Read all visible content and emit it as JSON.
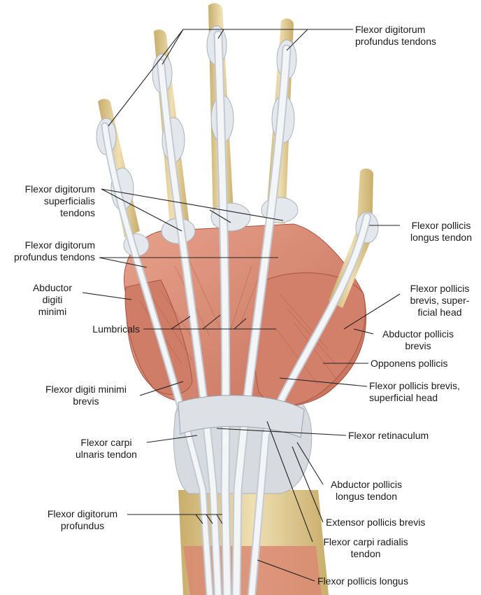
{
  "labels": {
    "fdp_tendons_top": [
      "Flexor digitorum",
      "profundus tendons"
    ],
    "fds_tendons": [
      "Flexor digitorum",
      "superficialis",
      "tendons"
    ],
    "fdp_tendons_mid": [
      "Flexor digitorum",
      "profundus tendons"
    ],
    "abductor_digiti_minimi": [
      "Abductor",
      "digiti",
      "minimi"
    ],
    "lumbricals": [
      "Lumbricals"
    ],
    "flexor_digiti_minimi_brevis": [
      "Flexor digiti minimi",
      "brevis"
    ],
    "fcu_tendon": [
      "Flexor carpi",
      "ulnaris tendon"
    ],
    "fdp_bottom": [
      "Flexor digitorum",
      "profundus"
    ],
    "fpl_tendon": [
      "Flexor pollicis",
      "longus tendon"
    ],
    "fpb_superficial_head_1": [
      "Flexor pollicis",
      "brevis, super-",
      "ficial head"
    ],
    "abductor_pollicis_brevis": [
      "Abductor pollicis",
      "brevis"
    ],
    "opponens_pollicis": [
      "Opponens pollicis"
    ],
    "fpb_superficial_head_2": [
      "Flexor pollicis brevis,",
      "superficial head"
    ],
    "flexor_retinaculum": [
      "Flexor retinaculum"
    ],
    "apl_tendon": [
      "Abductor pollicis",
      "longus tendon"
    ],
    "epb": [
      "Extensor pollicis brevis"
    ],
    "fcr_tendon": [
      "Flexor carpi radialis",
      "tendon"
    ],
    "fpl_bottom": [
      "Flexor pollicis longus"
    ]
  },
  "colors": {
    "bone": "#e6d3a0",
    "bone_shade": "#c9ad6b",
    "muscle": "#d98a72",
    "muscle_dark": "#b9604c",
    "tendon": "#eef0f3",
    "tendon_shade": "#b9c0c9",
    "leader": "#222222"
  }
}
